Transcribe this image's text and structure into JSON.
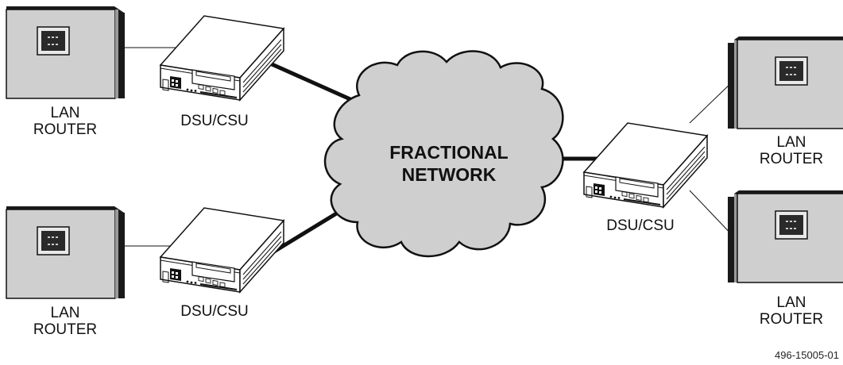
{
  "diagram": {
    "cloud_label_line1": "FRACTIONAL",
    "cloud_label_line2": "NETWORK",
    "figure_id": "496-15005-01",
    "routers": [
      {
        "line1": "LAN",
        "line2": "ROUTER"
      },
      {
        "line1": "LAN",
        "line2": "ROUTER"
      },
      {
        "line1": "LAN",
        "line2": "ROUTER"
      },
      {
        "line1": "LAN",
        "line2": "ROUTER"
      }
    ],
    "dsu_csu": [
      {
        "label": "DSU/CSU"
      },
      {
        "label": "DSU/CSU"
      },
      {
        "label": "DSU/CSU"
      }
    ],
    "colors": {
      "cloud_fill": "#cfcfcf",
      "router_front": "#cfcfcf",
      "router_side": "#1a1a1a",
      "line": "#111111"
    }
  }
}
